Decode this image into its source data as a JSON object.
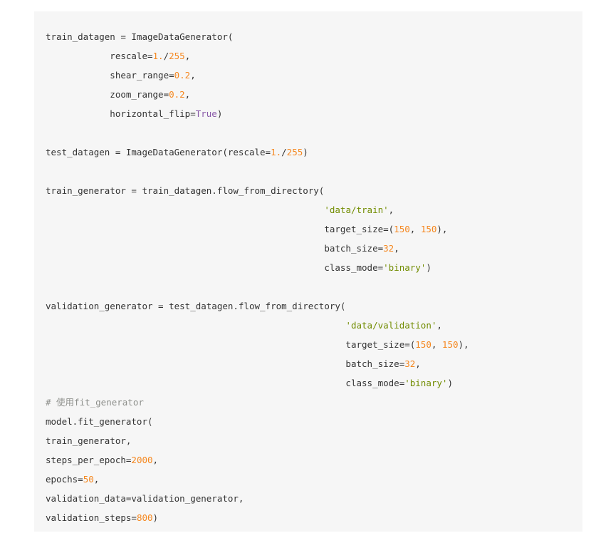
{
  "theme": {
    "background": "#ffffff",
    "code_background": "#f6f6f6",
    "plain": "#333333",
    "number": "#f5871f",
    "string": "#718c00",
    "keyword": "#8959a8",
    "comment": "#8e908c"
  },
  "code": {
    "language": "python",
    "lines": [
      [
        [
          "p",
          "train_datagen = ImageDataGenerator("
        ]
      ],
      [
        [
          "p",
          "            rescale="
        ],
        [
          "n",
          "1."
        ],
        [
          "p",
          "/"
        ],
        [
          "n",
          "255"
        ],
        [
          "p",
          ","
        ]
      ],
      [
        [
          "p",
          "            shear_range="
        ],
        [
          "n",
          "0.2"
        ],
        [
          "p",
          ","
        ]
      ],
      [
        [
          "p",
          "            zoom_range="
        ],
        [
          "n",
          "0.2"
        ],
        [
          "p",
          ","
        ]
      ],
      [
        [
          "p",
          "            horizontal_flip="
        ],
        [
          "k",
          "True"
        ],
        [
          "p",
          ")"
        ]
      ],
      [],
      [
        [
          "p",
          "test_datagen = ImageDataGenerator(rescale="
        ],
        [
          "n",
          "1."
        ],
        [
          "p",
          "/"
        ],
        [
          "n",
          "255"
        ],
        [
          "p",
          ")"
        ]
      ],
      [],
      [
        [
          "p",
          "train_generator = train_datagen.flow_from_directory("
        ]
      ],
      [
        [
          "p",
          "                                                    "
        ],
        [
          "s",
          "'data/train'"
        ],
        [
          "p",
          ","
        ]
      ],
      [
        [
          "p",
          "                                                    target_size=("
        ],
        [
          "n",
          "150"
        ],
        [
          "p",
          ", "
        ],
        [
          "n",
          "150"
        ],
        [
          "p",
          "),"
        ]
      ],
      [
        [
          "p",
          "                                                    batch_size="
        ],
        [
          "n",
          "32"
        ],
        [
          "p",
          ","
        ]
      ],
      [
        [
          "p",
          "                                                    class_mode="
        ],
        [
          "s",
          "'binary'"
        ],
        [
          "p",
          ")"
        ]
      ],
      [],
      [
        [
          "p",
          "validation_generator = test_datagen.flow_from_directory("
        ]
      ],
      [
        [
          "p",
          "                                                        "
        ],
        [
          "s",
          "'data/validation'"
        ],
        [
          "p",
          ","
        ]
      ],
      [
        [
          "p",
          "                                                        target_size=("
        ],
        [
          "n",
          "150"
        ],
        [
          "p",
          ", "
        ],
        [
          "n",
          "150"
        ],
        [
          "p",
          "),"
        ]
      ],
      [
        [
          "p",
          "                                                        batch_size="
        ],
        [
          "n",
          "32"
        ],
        [
          "p",
          ","
        ]
      ],
      [
        [
          "p",
          "                                                        class_mode="
        ],
        [
          "s",
          "'binary'"
        ],
        [
          "p",
          ")"
        ]
      ],
      [
        [
          "c",
          "# 使用fit_generator"
        ]
      ],
      [
        [
          "p",
          "model.fit_generator("
        ]
      ],
      [
        [
          "p",
          "train_generator,"
        ]
      ],
      [
        [
          "p",
          "steps_per_epoch="
        ],
        [
          "n",
          "2000"
        ],
        [
          "p",
          ","
        ]
      ],
      [
        [
          "p",
          "epochs="
        ],
        [
          "n",
          "50"
        ],
        [
          "p",
          ","
        ]
      ],
      [
        [
          "p",
          "validation_data=validation_generator,"
        ]
      ],
      [
        [
          "p",
          "validation_steps="
        ],
        [
          "n",
          "800"
        ],
        [
          "p",
          ")"
        ]
      ]
    ]
  }
}
